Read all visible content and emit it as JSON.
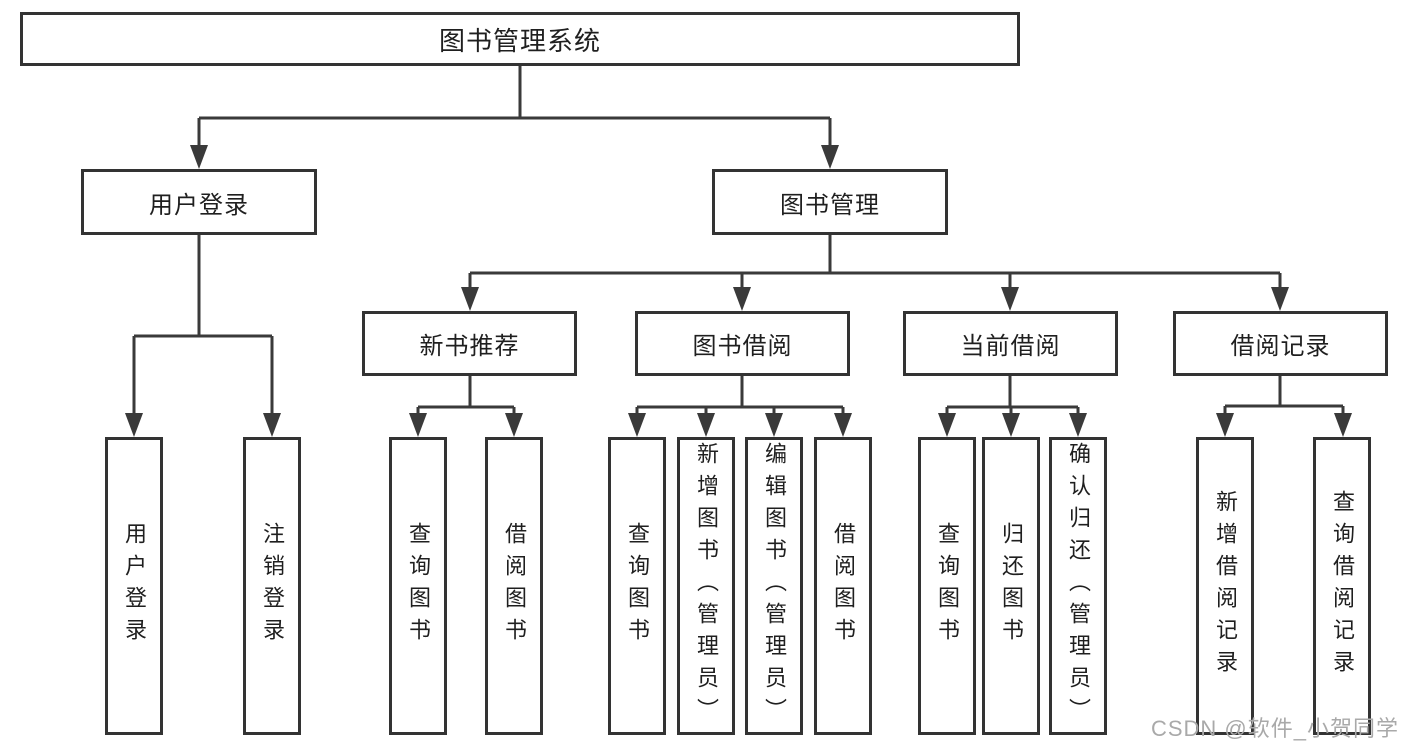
{
  "tree": {
    "root": {
      "label": "图书管理系统"
    },
    "branches": [
      {
        "label": "用户登录",
        "children": [
          {
            "label": "用户登录"
          },
          {
            "label": "注销登录"
          }
        ]
      },
      {
        "label": "图书管理",
        "children": [
          {
            "label": "新书推荐",
            "children": [
              {
                "label": "查询图书"
              },
              {
                "label": "借阅图书"
              }
            ]
          },
          {
            "label": "图书借阅",
            "children": [
              {
                "label": "查询图书"
              },
              {
                "label": "新增图书（管理员）"
              },
              {
                "label": "编辑图书（管理员）"
              },
              {
                "label": "借阅图书"
              }
            ]
          },
          {
            "label": "当前借阅",
            "children": [
              {
                "label": "查询图书"
              },
              {
                "label": "归还图书"
              },
              {
                "label": "确认归还（管理员）"
              }
            ]
          },
          {
            "label": "借阅记录",
            "children": [
              {
                "label": "新增借阅记录"
              },
              {
                "label": "查询借阅记录"
              }
            ]
          }
        ]
      }
    ]
  },
  "watermark": {
    "text": "CSDN @软件_小贺同学"
  },
  "colors": {
    "background": "#ffffff",
    "line": "#3a3a3a",
    "box_border": "#333333",
    "text": "#1f1f1f",
    "watermark": "#a9a9a9"
  }
}
